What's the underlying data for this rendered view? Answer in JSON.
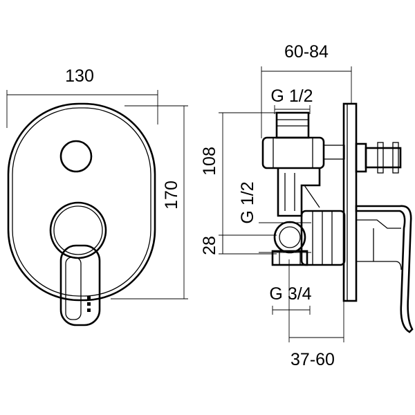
{
  "front_view": {
    "width_label": "130",
    "height_label": "170"
  },
  "side_view": {
    "depth_label": "60-84",
    "top_thread_label": "G 1/2",
    "height_108_label": "108",
    "side_thread_label": "G 1/2",
    "height_28_label": "28",
    "bottom_thread_label": "G 3/4",
    "wall_depth_label": "37-60"
  }
}
